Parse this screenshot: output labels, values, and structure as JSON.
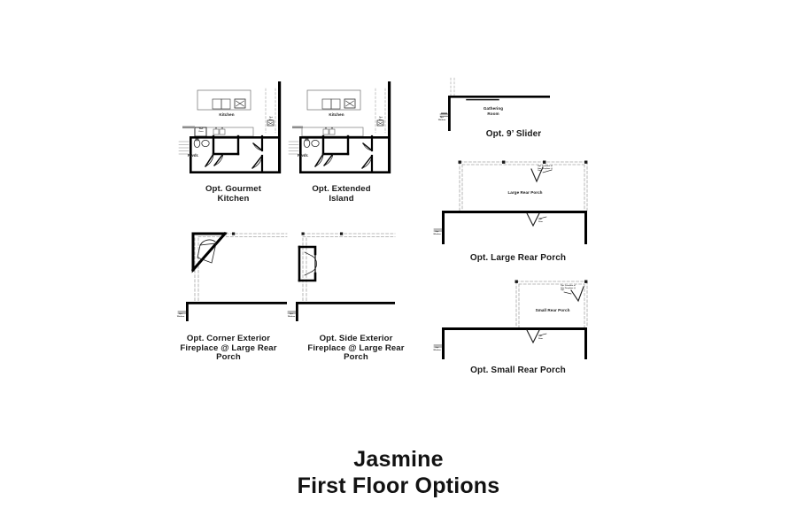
{
  "document": {
    "title_line1": "Jasmine",
    "title_line2": "First Floor Options",
    "sheet_type": "floor-plan-options",
    "background_color": "#ffffff",
    "line_color": "#000000"
  },
  "options": [
    {
      "id": "gourmet-kitchen",
      "caption": "Opt. Gourmet\nKitchen",
      "room_labels": [
        {
          "text": "Kitchen"
        },
        {
          "text": "Pwdr."
        }
      ],
      "tiny_labels": [
        {
          "text": "Wall\nOven"
        },
        {
          "text": "Opt.\nWin."
        }
      ]
    },
    {
      "id": "extended-island",
      "caption": "Opt. Extended\nIsland",
      "room_labels": [
        {
          "text": "Kitchen"
        },
        {
          "text": "Pwdr."
        }
      ],
      "tiny_labels": [
        {
          "text": "Opt.\nWin."
        }
      ]
    },
    {
      "id": "nine-foot-slider",
      "caption": "Opt. 9’ Slider",
      "room_labels": [
        {
          "text": "Gathering\nRoom"
        }
      ],
      "tiny_labels": [
        {
          "text": "Opt.\nWindow"
        }
      ]
    },
    {
      "id": "large-rear-porch",
      "caption": "Opt. Large Rear Porch",
      "room_labels": [
        {
          "text": "Large Rear Porch"
        }
      ],
      "tiny_labels": [
        {
          "text": "Opt. Location of\nGas Fireplace @\nOpt."
        },
        {
          "text": "Opt.\nDoor"
        },
        {
          "text": "Opt.\nWindow"
        }
      ]
    },
    {
      "id": "corner-exterior-fireplace",
      "caption": "Opt. Corner Exterior\nFireplace @ Large Rear\nPorch",
      "room_labels": [],
      "tiny_labels": [
        {
          "text": "Opt.\nWindow"
        }
      ]
    },
    {
      "id": "side-exterior-fireplace",
      "caption": "Opt. Side Exterior\nFireplace @ Large Rear\nPorch",
      "room_labels": [],
      "tiny_labels": [
        {
          "text": "Opt.\nWindow"
        }
      ]
    },
    {
      "id": "small-rear-porch",
      "caption": "Opt. Small Rear Porch",
      "room_labels": [
        {
          "text": "Small Rear Porch"
        }
      ],
      "tiny_labels": [
        {
          "text": "Opt. Location of\nGas Fireplace @\nOpt."
        },
        {
          "text": "Opt.\nDoor"
        },
        {
          "text": "Opt.\nWindow"
        }
      ]
    }
  ]
}
